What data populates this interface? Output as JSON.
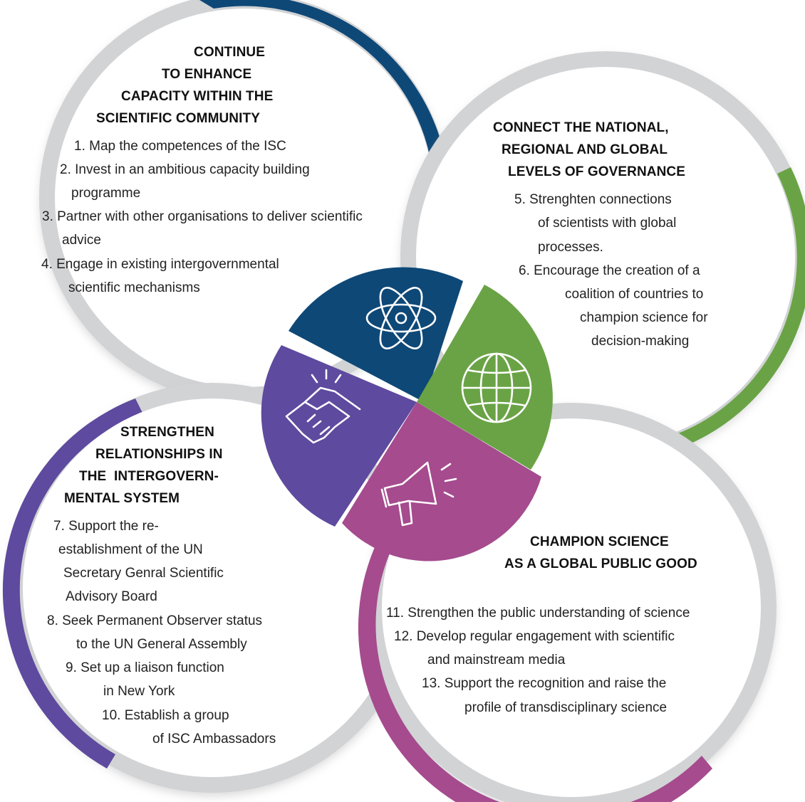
{
  "colors": {
    "navy": "#0e4877",
    "green": "#6aa346",
    "purple": "#5e4a9e",
    "magenta": "#a54b8e",
    "ring_gray": "#d2d3d5",
    "icon_white": "#ffffff"
  },
  "sections": [
    {
      "id": "capacity",
      "color": "navy",
      "icon": "atom-icon",
      "heading": [
        "CONTINUE",
        "TO ENHANCE",
        "CAPACITY WITHIN THE",
        "SCIENTIFIC COMMUNITY"
      ],
      "items": [
        "1. Map the competences of the ISC",
        "2. Invest in an ambitious capacity building",
        "programme",
        "3. Partner with other organisations to deliver scientific",
        "advice",
        "4. Engage in existing intergovernmental",
        "scientific mechanisms"
      ]
    },
    {
      "id": "governance",
      "color": "green",
      "icon": "globe-icon",
      "heading": [
        "CONNECT THE NATIONAL,",
        "REGIONAL AND GLOBAL",
        "LEVELS OF GOVERNANCE"
      ],
      "items": [
        "5. Strenghten connections",
        "of scientists with global",
        "processes.",
        "6. Encourage the creation of a",
        "coalition of countries to",
        "champion science for",
        "decision-making"
      ]
    },
    {
      "id": "relationships",
      "color": "purple",
      "icon": "handshake-icon",
      "heading": [
        "STRENGTHEN",
        "RELATIONSHIPS IN",
        "THE  INTERGOVERN-",
        "MENTAL SYSTEM"
      ],
      "items": [
        "7. Support the re-",
        "establishment of the UN",
        "Secretary Genral Scientific",
        "Advisory Board",
        "8. Seek Permanent Observer status",
        "to the UN General Assembly",
        "9. Set up a liaison function",
        "in New York",
        "10. Establish a group",
        "of ISC Ambassadors"
      ]
    },
    {
      "id": "public-good",
      "color": "magenta",
      "icon": "megaphone-icon",
      "heading": [
        "CHAMPION SCIENCE",
        "AS A GLOBAL PUBLIC GOOD"
      ],
      "items": [
        "11. Strengthen the public understanding of science",
        "12. Develop regular engagement with scientific",
        "and mainstream media",
        "13. Support the recognition and raise the",
        "profile of transdisciplinary science"
      ]
    }
  ]
}
